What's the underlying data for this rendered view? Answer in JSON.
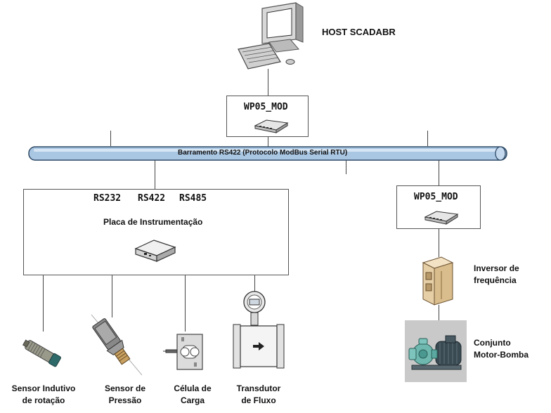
{
  "host": {
    "label": "HOST SCADABR"
  },
  "wp05_top": {
    "label": "WP05_MOD"
  },
  "bus": {
    "label": "Barramento RS422 (Protocolo ModBus Serial RTU)"
  },
  "instrumentation_board": {
    "ports": [
      "RS232",
      "RS422",
      "RS485"
    ],
    "label": "Placa de Instrumentação"
  },
  "wp05_right": {
    "label": "WP05_MOD"
  },
  "inverter": {
    "label_line1": "Inversor de",
    "label_line2": "frequência"
  },
  "motor_pump": {
    "label_line1": "Conjunto",
    "label_line2": "Motor-Bomba"
  },
  "sensors": [
    {
      "line1": "Sensor Indutivo",
      "line2": "de rotação"
    },
    {
      "line1": "Sensor de",
      "line2": "Pressão"
    },
    {
      "line1": "Célula de",
      "line2": "Carga"
    },
    {
      "line1": "Transdutor",
      "line2": "de Fluxo"
    }
  ],
  "colors": {
    "bus_fill": "#a9c6e3",
    "bus_stroke": "#2f4a66"
  }
}
